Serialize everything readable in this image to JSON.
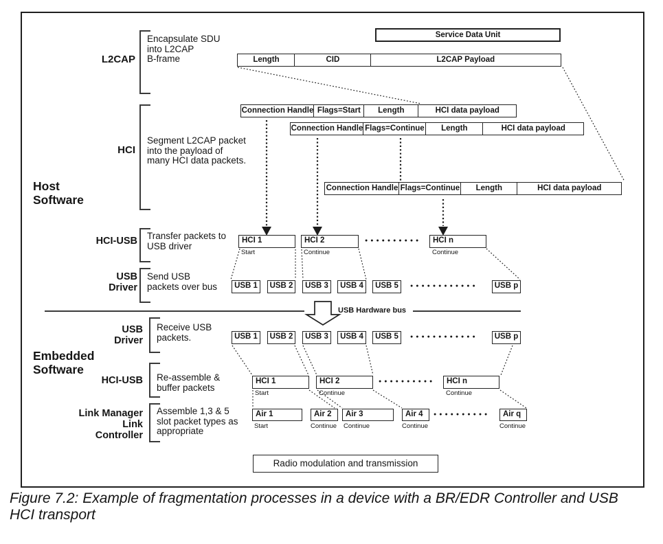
{
  "caption": "Figure 7.2:  Example of fragmentation processes in a device with a BR/EDR Controller and USB\nHCI transport",
  "groups": {
    "host": "Host\nSoftware",
    "embedded": "Embedded\nSoftware"
  },
  "layers": {
    "l2cap": {
      "name": "L2CAP",
      "description": "Encapsulate SDU\ninto L2CAP\nB-frame"
    },
    "hci": {
      "name": "HCI",
      "description": "Segment L2CAP packet\ninto the payload of\nmany HCI data packets."
    },
    "hci_usb_host": {
      "name": "HCI-USB",
      "description": "Transfer packets to\nUSB driver"
    },
    "usb_driver_host": {
      "name": "USB\nDriver",
      "description": "Send USB\npackets over bus"
    },
    "usb_driver_embedded": {
      "name": "USB\nDriver",
      "description": "Receive USB\npackets."
    },
    "hci_usb_embedded": {
      "name": "HCI-USB",
      "description": "Re-assemble &\nbuffer packets"
    },
    "link": {
      "name": "Link Manager\nLink Controller",
      "description": "Assemble 1,3 & 5\nslot packet types as\nappropriate"
    }
  },
  "sdu_label": "Service Data Unit",
  "l2cap_packet": {
    "fields": [
      "Length",
      "CID",
      "L2CAP Payload"
    ]
  },
  "hci_packets": [
    {
      "fields": [
        "Connection Handle",
        "Flags=Start",
        "Length",
        "HCI data payload"
      ]
    },
    {
      "fields": [
        "Connection Handle",
        "Flags=Continue",
        "Length",
        "HCI data payload"
      ]
    },
    {
      "fields": [
        "Connection Handle",
        "Flags=Continue",
        "Length",
        "HCI data payload"
      ]
    }
  ],
  "host_hci_row": [
    {
      "label": "HCI 1",
      "sublabel": "Start"
    },
    {
      "label": "HCI 2",
      "sublabel": "Continue"
    },
    {
      "label": "HCI n",
      "sublabel": "Continue"
    }
  ],
  "host_usb_row": [
    "USB 1",
    "USB 2",
    "USB 3",
    "USB 4",
    "USB 5",
    "USB p"
  ],
  "bus_label": "USB Hardware bus",
  "embedded_usb_row": [
    "USB 1",
    "USB 2",
    "USB 3",
    "USB 4",
    "USB 5",
    "USB p"
  ],
  "embedded_hci_row": [
    {
      "label": "HCI 1",
      "sublabel": "Start"
    },
    {
      "label": "HCI 2",
      "sublabel": "Continue"
    },
    {
      "label": "HCI n",
      "sublabel": "Continue"
    }
  ],
  "air_row": [
    {
      "label": "Air 1",
      "sublabel": "Start"
    },
    {
      "label": "Air 2",
      "sublabel": "Continue"
    },
    {
      "label": "Air 3",
      "sublabel": "Continue"
    },
    {
      "label": "Air 4",
      "sublabel": "Continue"
    },
    {
      "label": "Air q",
      "sublabel": "Continue"
    }
  ],
  "radio_label": "Radio modulation and transmission",
  "dots": {
    "hci_host": "●●●●●●●●●●",
    "usb_host": "●●●●●●●●●●●●",
    "usb_embedded": "●●●●●●●●●●●●",
    "hci_embedded": "●●●●●●●●●●",
    "air": "●●●●●●●●●●"
  },
  "colors": {
    "ink": "#1a1a1a",
    "background": "#ffffff"
  }
}
